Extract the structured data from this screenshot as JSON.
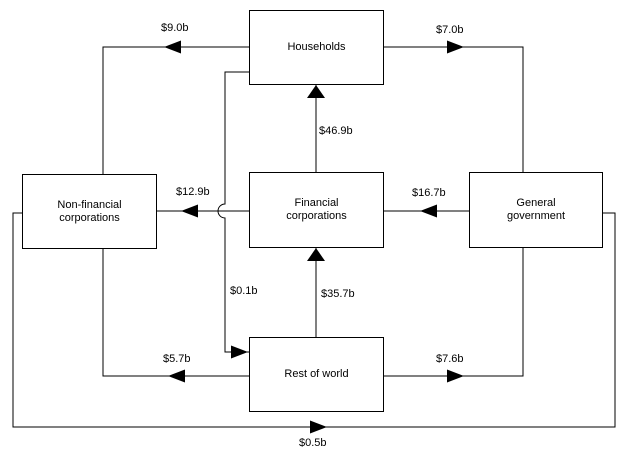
{
  "diagram": {
    "background_color": "#ffffff",
    "line_color": "#000000",
    "nodes": {
      "households": {
        "label": "Households"
      },
      "nonfinancial": {
        "label": "Non-financial corporations"
      },
      "financial": {
        "label": "Financial corporations"
      },
      "government": {
        "label": "General government"
      },
      "restofworld": {
        "label": "Rest of world"
      }
    },
    "flows": {
      "hh_to_nfc": {
        "amount": "$9.0b",
        "from": "Households",
        "to": "Non-financial corporations"
      },
      "hh_to_gg": {
        "amount": "$7.0b",
        "from": "Households",
        "to": "General government"
      },
      "fc_to_hh": {
        "amount": "$46.9b",
        "from": "Financial corporations",
        "to": "Households"
      },
      "fc_to_nfc": {
        "amount": "$12.9b",
        "from": "Financial corporations",
        "to": "Non-financial corporations"
      },
      "gg_to_fc": {
        "amount": "$16.7b",
        "from": "General government",
        "to": "Financial corporations"
      },
      "hh_to_row": {
        "amount": "$0.1b",
        "from": "Households",
        "to": "Rest of world"
      },
      "row_to_fc": {
        "amount": "$35.7b",
        "from": "Rest of world",
        "to": "Financial corporations"
      },
      "row_to_nfc": {
        "amount": "$5.7b",
        "from": "Rest of world",
        "to": "Non-financial corporations"
      },
      "row_to_gg": {
        "amount": "$7.6b",
        "from": "Rest of world",
        "to": "General government"
      },
      "nfc_to_gg": {
        "amount": "$0.5b",
        "from": "Non-financial corporations",
        "to": "General government"
      }
    }
  }
}
